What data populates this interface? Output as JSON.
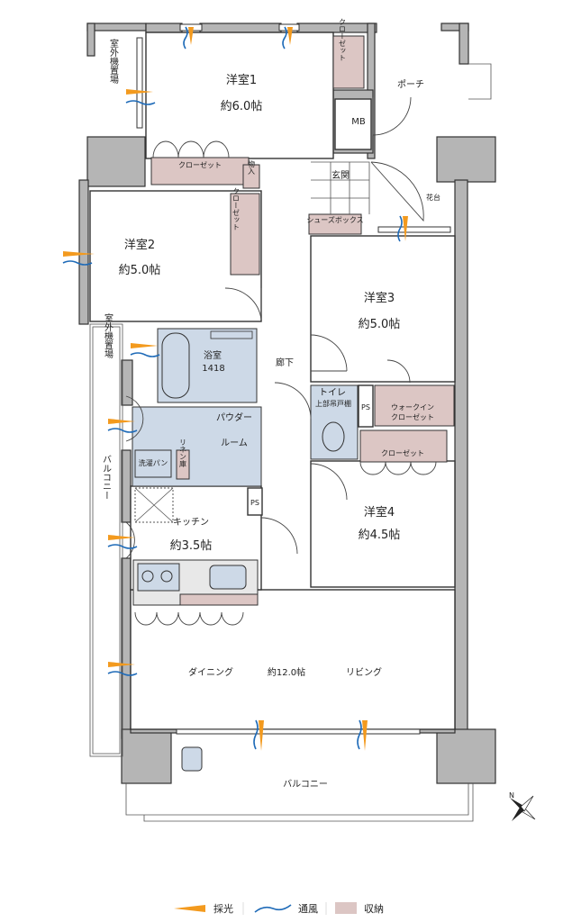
{
  "rooms": {
    "western1": {
      "name": "洋室1",
      "size": "約6.0帖"
    },
    "western2": {
      "name": "洋室2",
      "size": "約5.0帖"
    },
    "western3": {
      "name": "洋室3",
      "size": "約5.0帖"
    },
    "western4": {
      "name": "洋室4",
      "size": "約4.5帖"
    },
    "kitchen": {
      "name": "キッチン",
      "size": "約3.5帖"
    },
    "ld": {
      "dining": "ダイニング",
      "size": "約12.0帖",
      "living": "リビング"
    },
    "bath": {
      "name": "浴室",
      "size": "1418"
    },
    "powder": {
      "line1": "パウダー",
      "line2": "ルーム"
    },
    "toilet": {
      "name": "トイレ",
      "note": "上部吊戸棚"
    }
  },
  "labels": {
    "porch": "ポーチ",
    "mb": "MB",
    "entrance": "玄関",
    "flower_stand": "花台",
    "shoe_box": "シューズボックス",
    "closet": "クローゼット",
    "storage": "物入",
    "outdoor_unit": "室外機置場",
    "corridor": "廊下",
    "ps": "PS",
    "walkin_line1": "ウォークイン",
    "walkin_line2": "クローゼット",
    "washer_pan": "洗濯パン",
    "linen": "リネン庫",
    "balcony": "バルコニー",
    "compass_n": "N"
  },
  "legend": [
    {
      "label": "採光",
      "color": "#f39a1e"
    },
    {
      "label": "通風",
      "color": "#1f6bb8"
    },
    {
      "label": "収納",
      "color": "#dcc6c4"
    }
  ]
}
